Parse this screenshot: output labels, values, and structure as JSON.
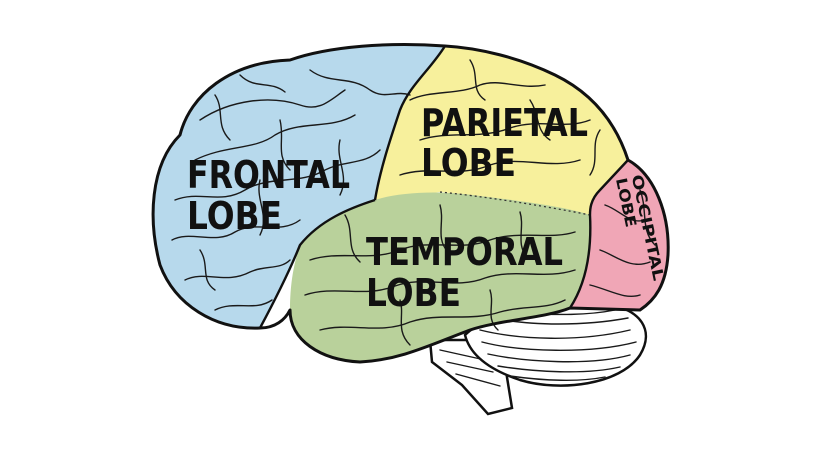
{
  "diagram": {
    "lobes": [
      {
        "id": "frontal",
        "line1": "FRONTAL",
        "line2": "LOBE",
        "color": "#b7d9ec"
      },
      {
        "id": "parietal",
        "line1": "PARIETAL",
        "line2": "LOBE",
        "color": "#f7f09c"
      },
      {
        "id": "temporal",
        "line1": "TEMPORAL",
        "line2": "LOBE",
        "color": "#b9d19b"
      },
      {
        "id": "occipital",
        "line1": "OCCIPITAL",
        "line2": "LOBE",
        "color": "#f0a6b6"
      }
    ],
    "cerebellum_color": "#ffffff",
    "brainstem_color": "#ffffff",
    "outline_color": "#111111"
  }
}
